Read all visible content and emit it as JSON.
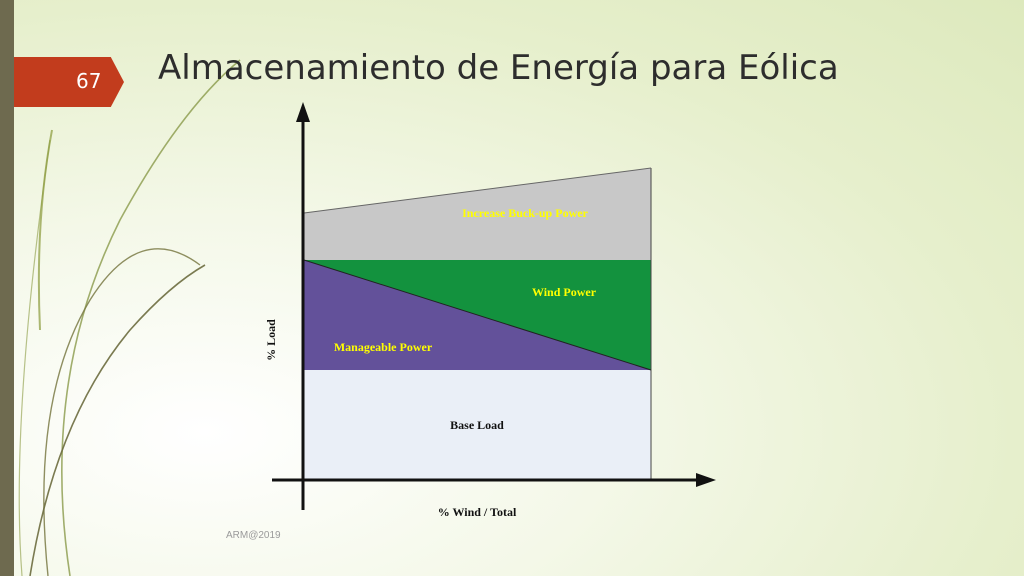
{
  "slide": {
    "number": "67",
    "title": "Almacenamiento de Energía para Eólica",
    "footer": "ARM@2019"
  },
  "diagram": {
    "regions": {
      "backup": {
        "label": "Increase Buck-up Power",
        "color": "#c8c8c8",
        "label_color": "#ffff00"
      },
      "wind": {
        "label": "Wind Power",
        "color": "#13923e",
        "label_color": "#ffff00"
      },
      "manageable": {
        "label": "Manageable Power",
        "color": "#63519a",
        "label_color": "#ffff00"
      },
      "base": {
        "label": "Base Load",
        "color": "#eaeff7",
        "label_color": "#111111"
      }
    },
    "axes": {
      "y_label": "% Load",
      "x_label": "% Wind / Total"
    }
  }
}
